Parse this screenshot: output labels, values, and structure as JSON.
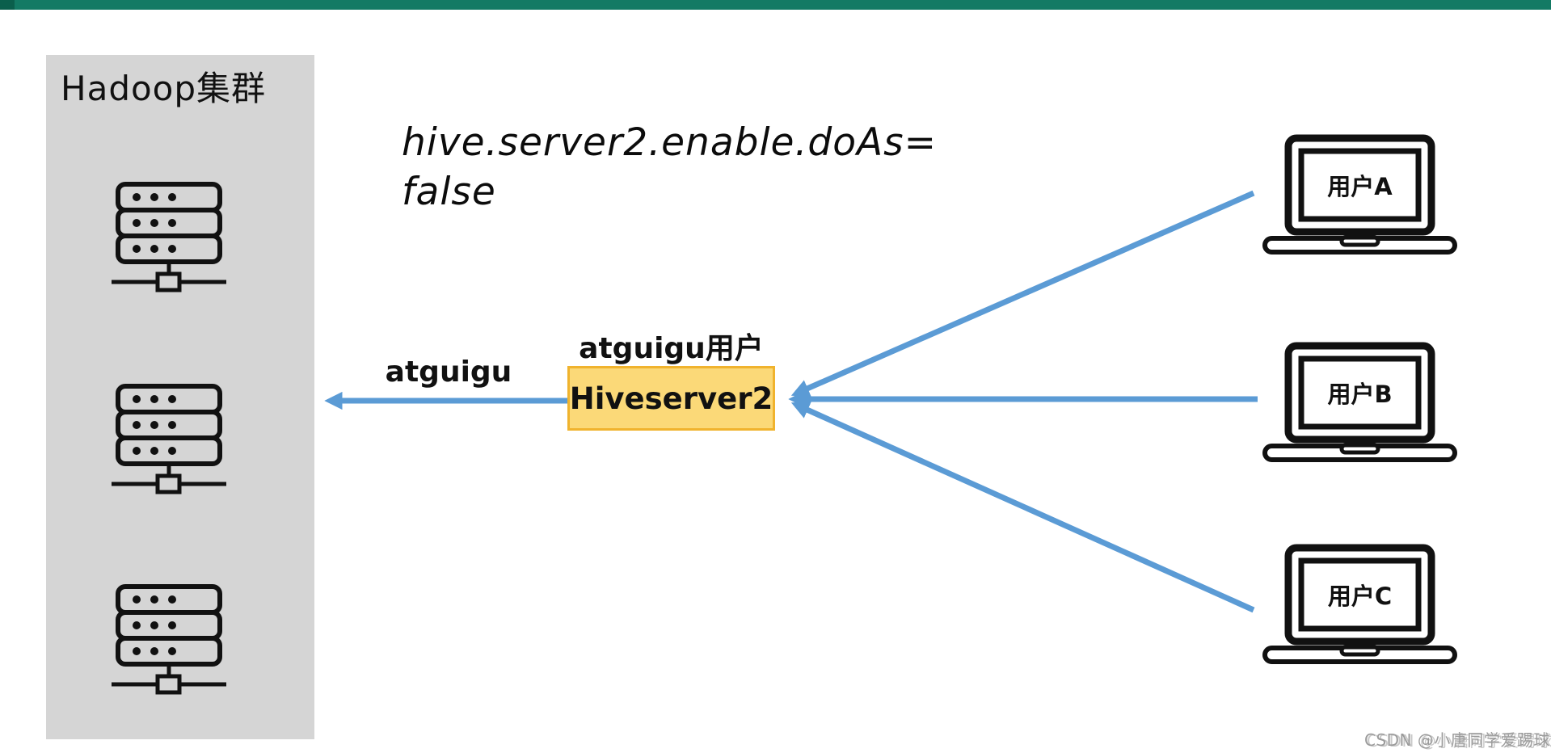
{
  "top_bar": {},
  "hadoop_panel": {
    "title": "Hadoop集群",
    "server_count": 3
  },
  "config_note": {
    "line1": "hive.server2.enable.doAs=",
    "line2": "false"
  },
  "flow": {
    "arrow_to_hadoop_label": "atguigu",
    "hiveserver_user_label": "atguigu用户",
    "hiveserver_box_label": "Hiveserver2"
  },
  "clients": [
    {
      "label": "用户A"
    },
    {
      "label": "用户B"
    },
    {
      "label": "用户C"
    }
  ],
  "watermark": "CSDN @小唐同学爱踢球",
  "colors": {
    "top_bar_green": "#137A64",
    "top_bar_dark_green": "#0B5F4C",
    "panel_gray": "#D5D5D5",
    "arrow_blue": "#5B9BD5",
    "box_fill": "#FBD978",
    "box_border": "#F0B32E",
    "icon_black": "#111111",
    "watermark_gray": "#9B9B9B"
  }
}
